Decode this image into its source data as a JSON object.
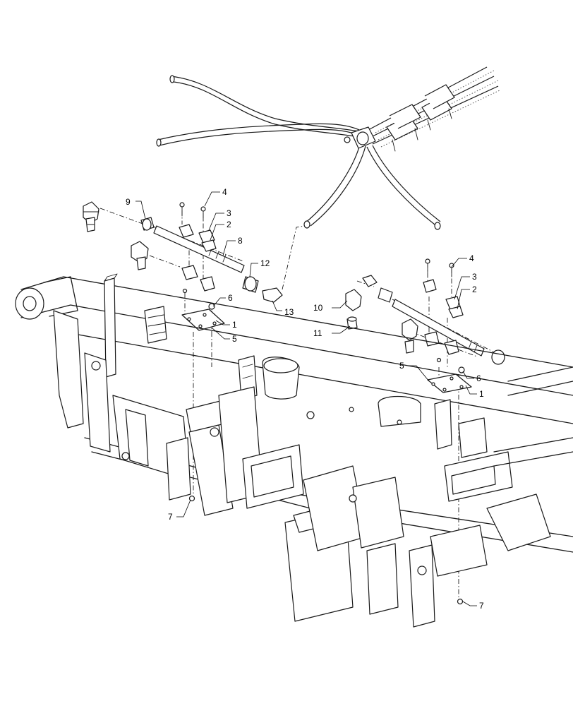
{
  "diagram": {
    "callouts": [
      {
        "id": "c9",
        "label": "9"
      },
      {
        "id": "c4a",
        "label": "4"
      },
      {
        "id": "c3a",
        "label": "3"
      },
      {
        "id": "c2a",
        "label": "2"
      },
      {
        "id": "c8",
        "label": "8"
      },
      {
        "id": "c12",
        "label": "12"
      },
      {
        "id": "c13",
        "label": "13"
      },
      {
        "id": "c6a",
        "label": "6"
      },
      {
        "id": "c1a",
        "label": "1"
      },
      {
        "id": "c5a",
        "label": "5"
      },
      {
        "id": "c7a",
        "label": "7"
      },
      {
        "id": "c4b",
        "label": "4"
      },
      {
        "id": "c3b",
        "label": "3"
      },
      {
        "id": "c2b",
        "label": "2"
      },
      {
        "id": "c10",
        "label": "10"
      },
      {
        "id": "c11",
        "label": "11"
      },
      {
        "id": "c5b",
        "label": "5"
      },
      {
        "id": "c6b",
        "label": "6"
      },
      {
        "id": "c1b",
        "label": "1"
      },
      {
        "id": "c7b",
        "label": "7"
      }
    ]
  }
}
